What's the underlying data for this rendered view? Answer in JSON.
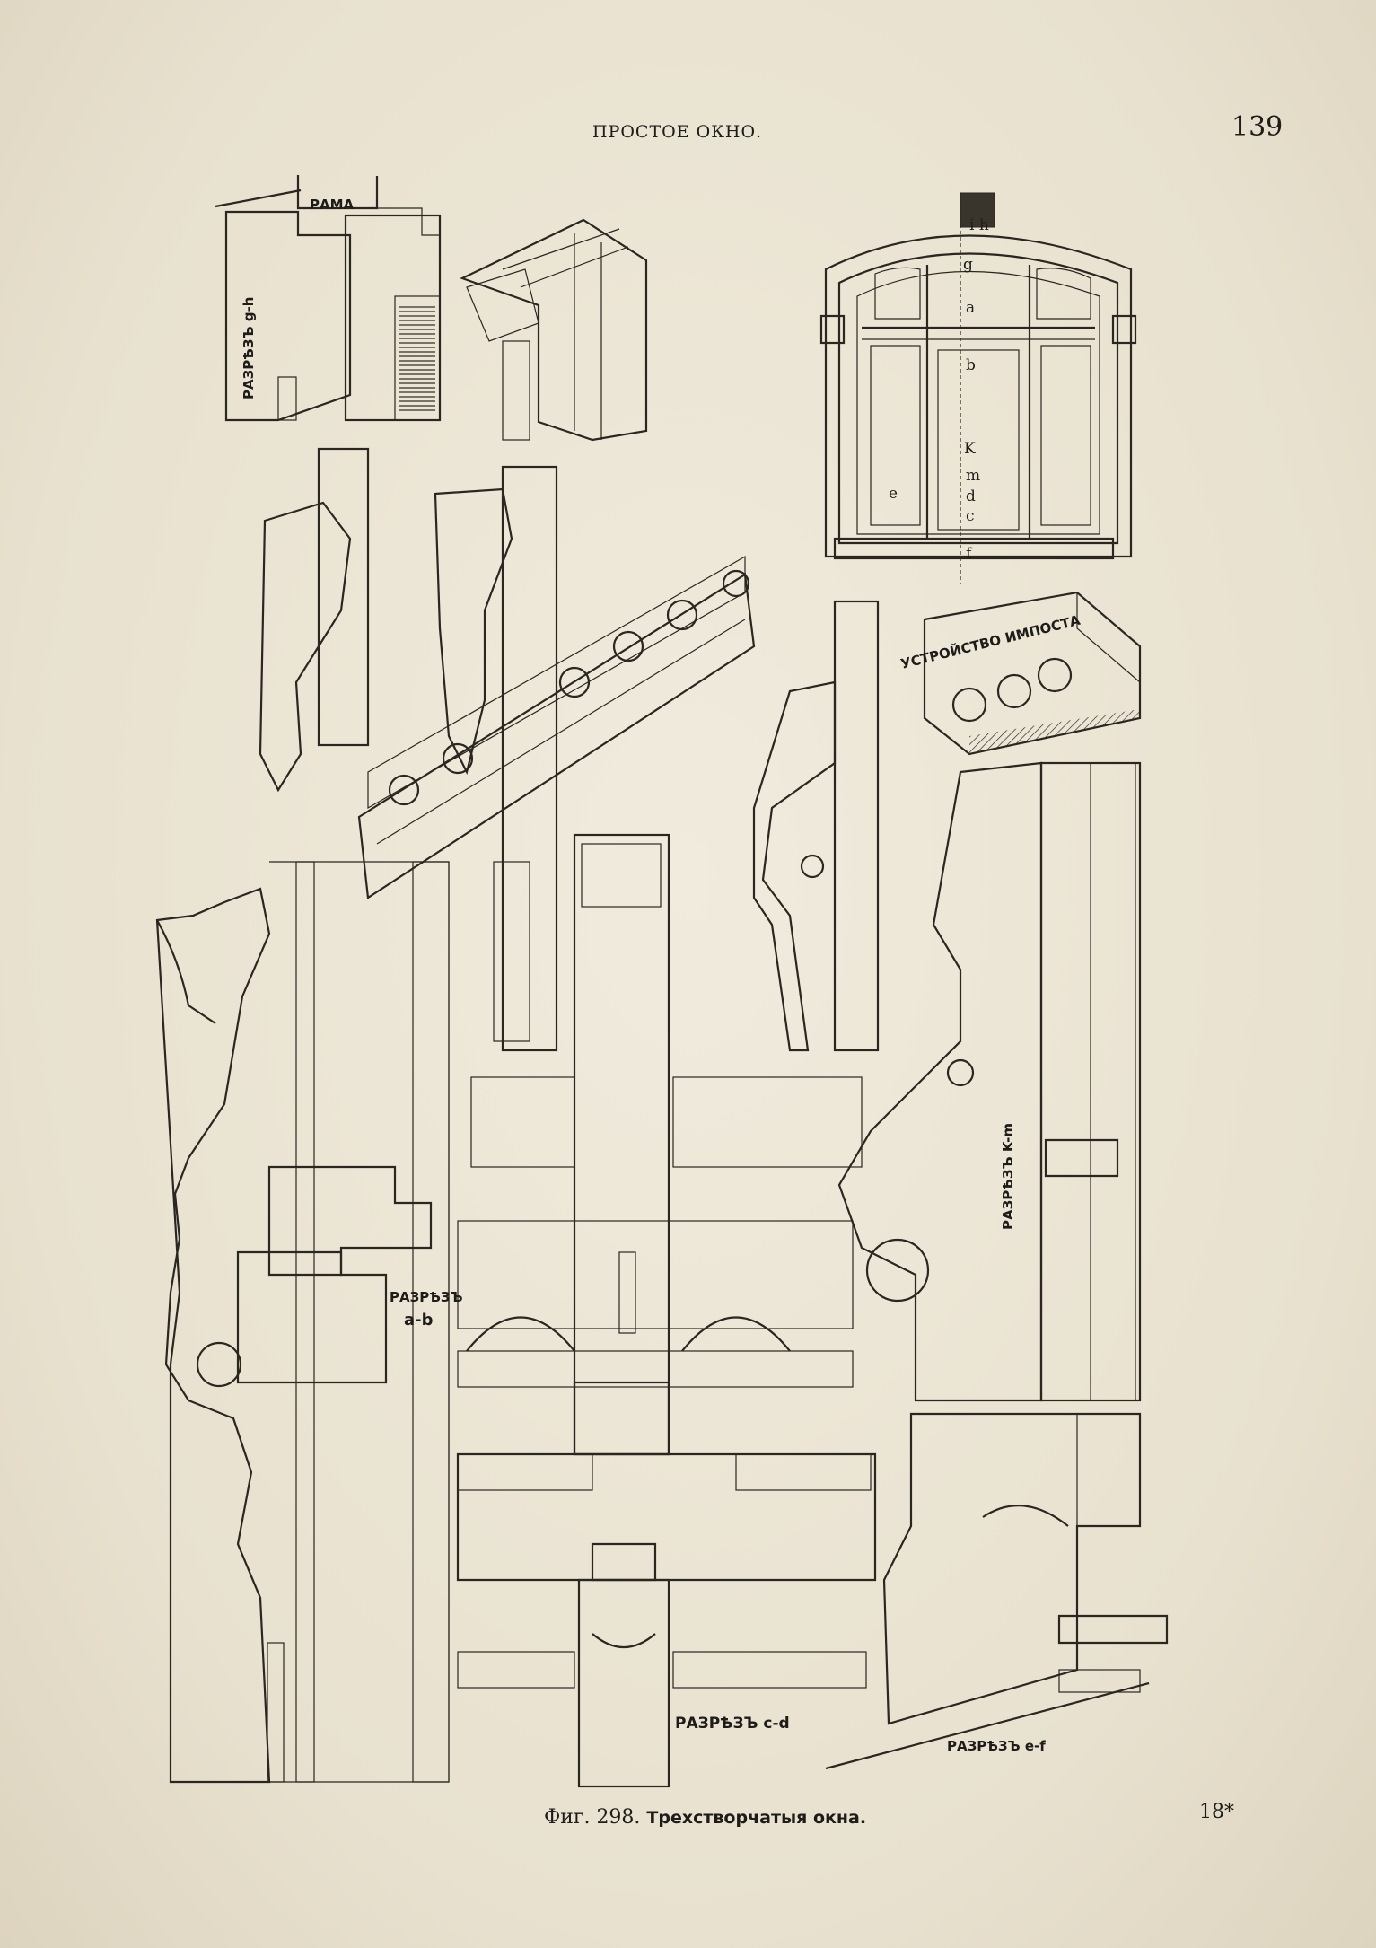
{
  "page": {
    "running_header": "ПРОСТОЕ ОКНО.",
    "page_number": "139",
    "signature_mark": "18*"
  },
  "caption": {
    "figure_number": "Фиг. 298.",
    "figure_title": "Трехстворчатыя окна."
  },
  "labels": {
    "rama": "РАМА",
    "section_gh": "РАЗРѢЗЪ g-h",
    "impost": "УСТРОЙСТВО ИМПОСТА",
    "section_km": "РАЗРѢЗЪ K-m",
    "section_ab_1": "РАЗРѢЗЪ",
    "section_ab_2": "a-b",
    "section_cd": "РАЗРѢЗЪ  c-d",
    "section_ef": "РАЗРѢЗЪ e-f"
  },
  "window_markers": [
    "i h",
    "g",
    "a",
    "b",
    "K",
    "m",
    "d",
    "e",
    "c",
    "f"
  ],
  "colors": {
    "paper": "#ebe5d6",
    "ink": "#2a2620"
  }
}
